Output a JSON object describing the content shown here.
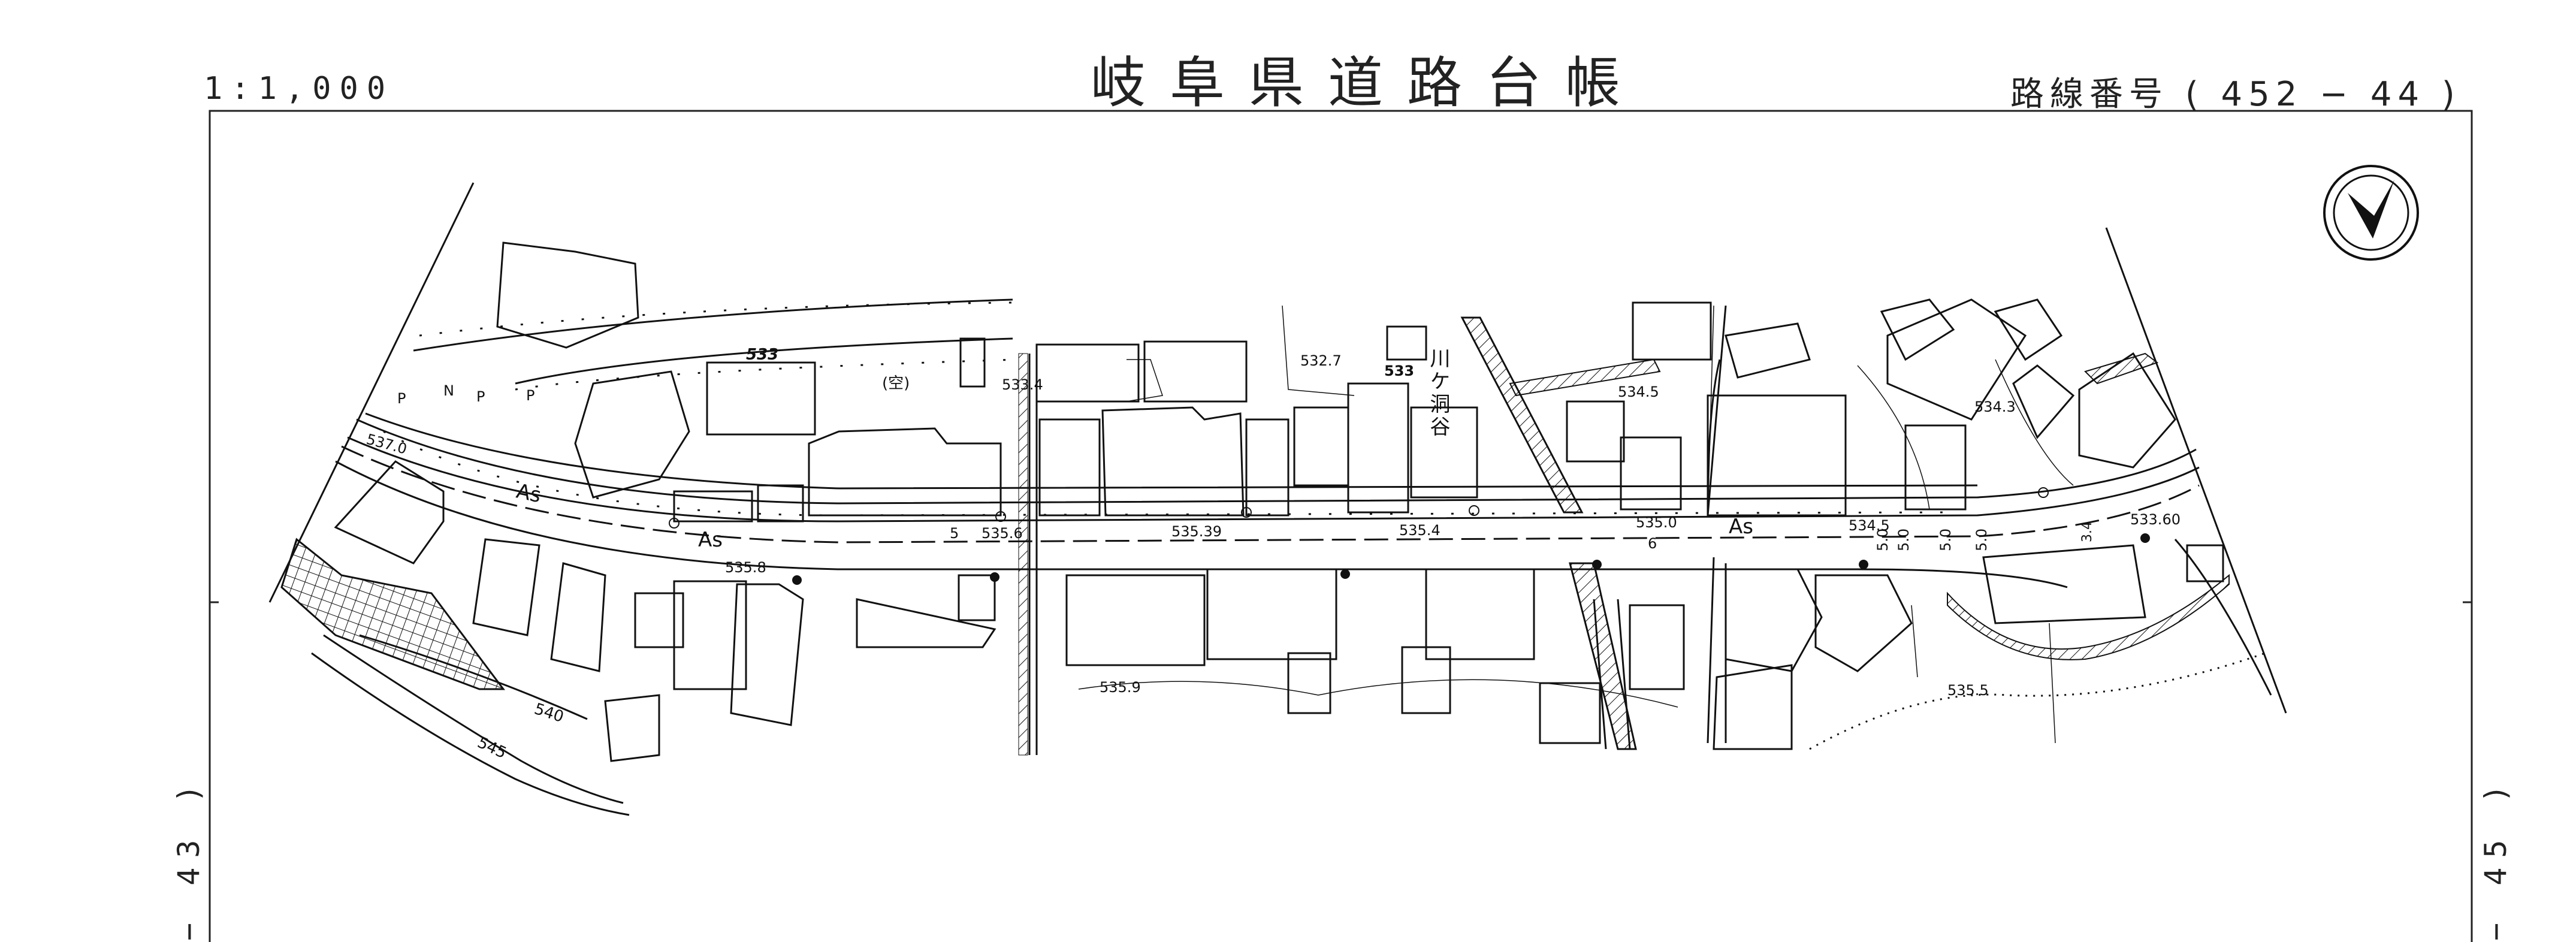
{
  "header": {
    "title": "岐阜県道路台帳",
    "scale": "1:1,000",
    "route_label": "路線番号",
    "route_number": "( 452 − 44 )"
  },
  "adjacent_sheets": {
    "left": "− 43 )",
    "right": "− 45 )"
  },
  "map": {
    "north_arrow": "north-arrow",
    "road_surface": "As",
    "elevations": [
      "533",
      "533.4",
      "532.7",
      "533",
      "534.5",
      "534.3",
      "537.0",
      "535.6",
      "535.39",
      "535.4",
      "535.0",
      "534.5",
      "533.60",
      "535.8",
      "535.9",
      "535.5",
      "540",
      "545"
    ],
    "widths": [
      "5",
      "6",
      "5.0",
      "5.0",
      "5.0",
      "5.0",
      "3.4"
    ],
    "markers": [
      "P",
      "N",
      "P",
      "P",
      "(空)"
    ],
    "river_name": "川ケ洞谷"
  }
}
